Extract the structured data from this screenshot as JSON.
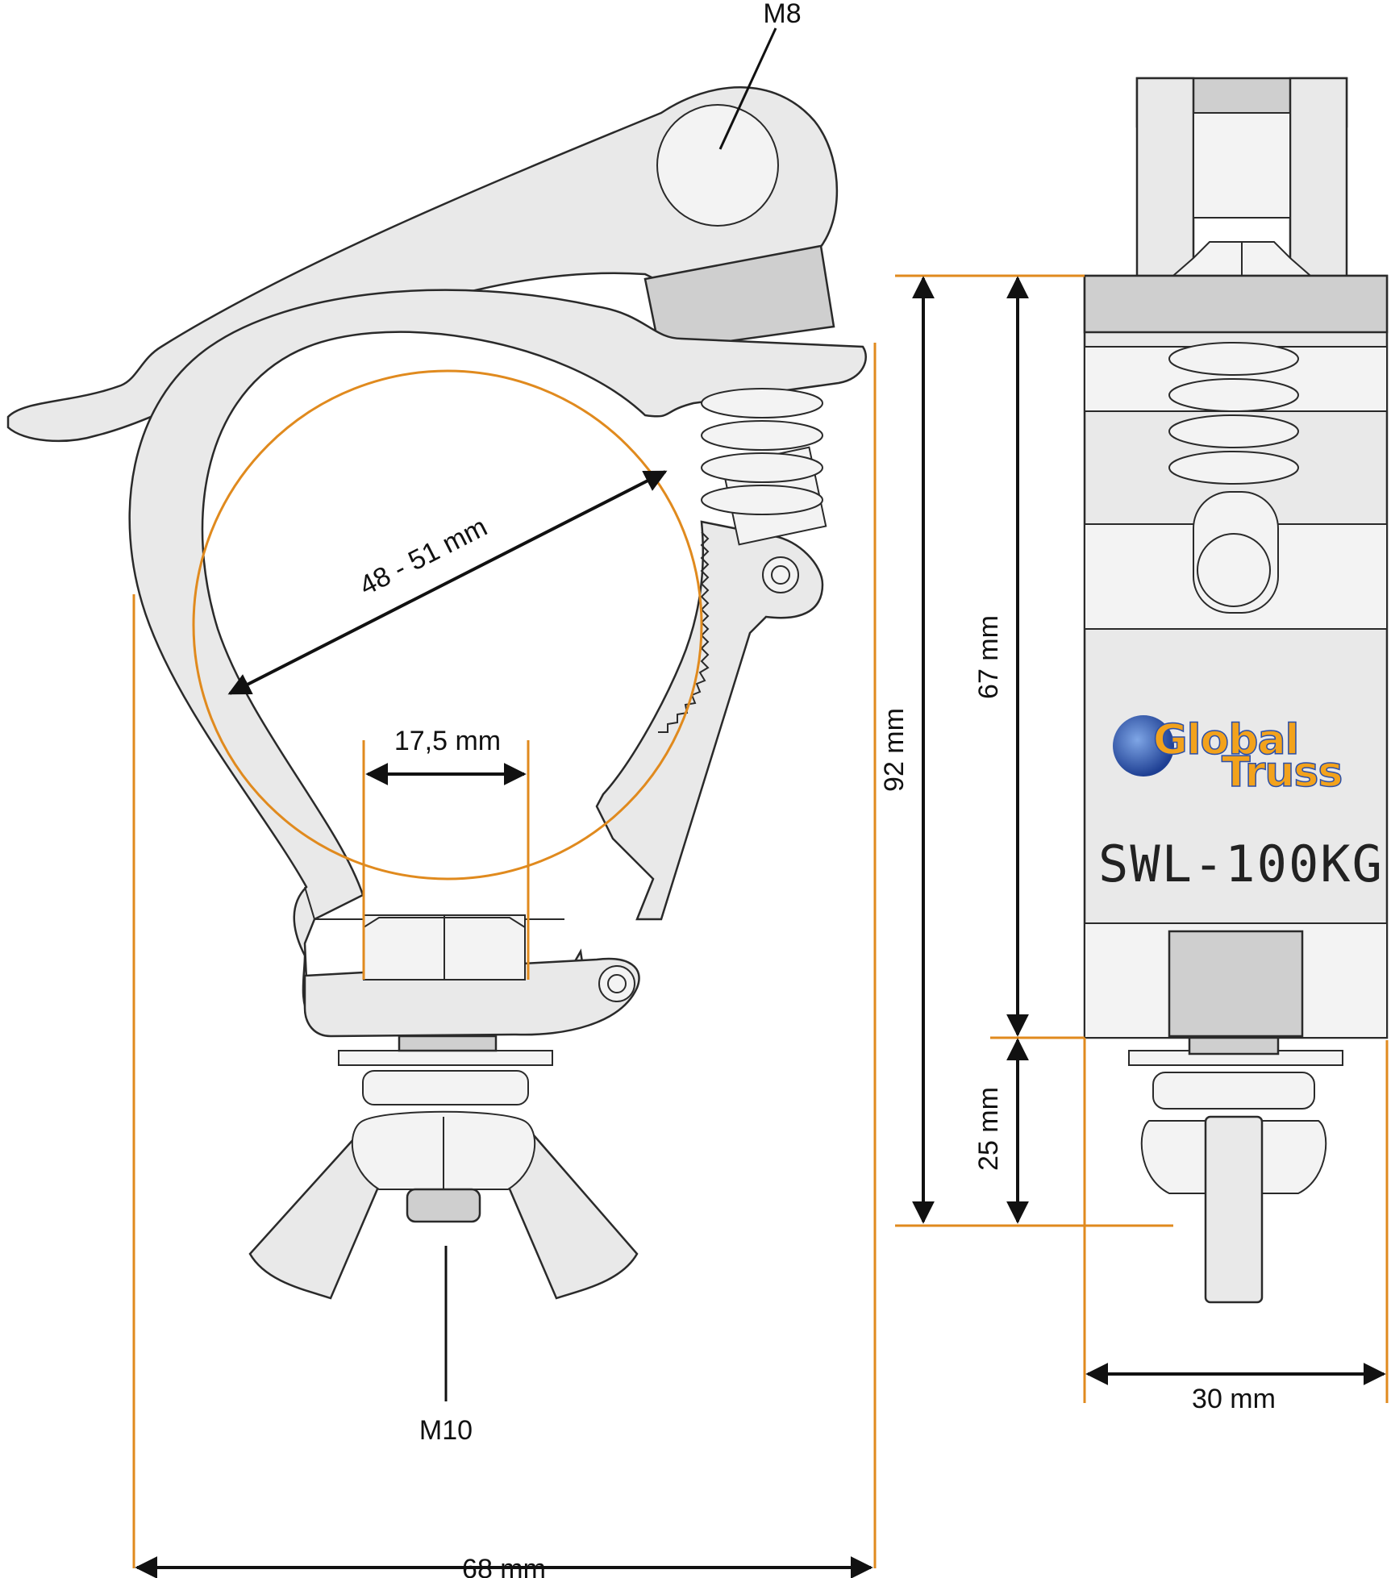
{
  "labels": {
    "m8": "M8",
    "m10": "M10",
    "pipe_diameter": "48 - 51 mm",
    "nut_width": "17,5 mm",
    "total_width": "68 mm",
    "total_height": "92 mm",
    "body_height": "67 mm",
    "bolt_length": "25 mm",
    "side_width": "30 mm",
    "swl_stamp": "SWL-100KG"
  },
  "logo": {
    "line1": "Global",
    "line2": "Truss"
  },
  "colors": {
    "dimension_line": "#e08a1e",
    "pipe_circle": "#e08a1e",
    "arrow": "#111111",
    "metal": "#e9e9e9",
    "logo_orange": "#f2a21c",
    "logo_blue": "#2b4fa8"
  }
}
